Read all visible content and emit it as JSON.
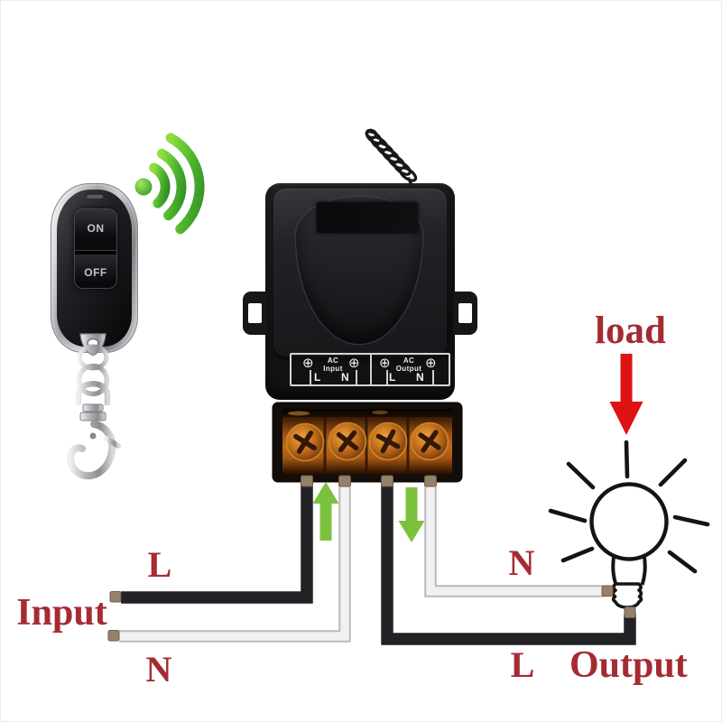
{
  "scene": {
    "description": "Wireless remote control AC relay switch wiring diagram"
  },
  "remote": {
    "on_label": "ON",
    "off_label": "OFF"
  },
  "relay": {
    "screw_symbol": "⊕",
    "input_terminal": {
      "line1": "AC",
      "line2": "Input",
      "pin1": "L",
      "pin2": "N"
    },
    "output_terminal": {
      "line1": "AC",
      "line2": "Output",
      "pin1": "L",
      "pin2": "N"
    }
  },
  "wiring": {
    "load_label": "load",
    "input_line": "L",
    "input_label": "Input",
    "input_neutral": "N",
    "output_neutral": "N",
    "output_line": "L",
    "output_label": "Output"
  },
  "colors": {
    "label_red": "#a52b33",
    "arrow_red": "#de1212",
    "arrow_green": "#7cc13e",
    "signal_green": "#4db32c",
    "wire_black": "#222226",
    "wire_white": "#f1f1f1",
    "terminal_amber": "#b26014",
    "case_black": "#1a1a1d",
    "chrome_silver": "#c9c9cc"
  }
}
